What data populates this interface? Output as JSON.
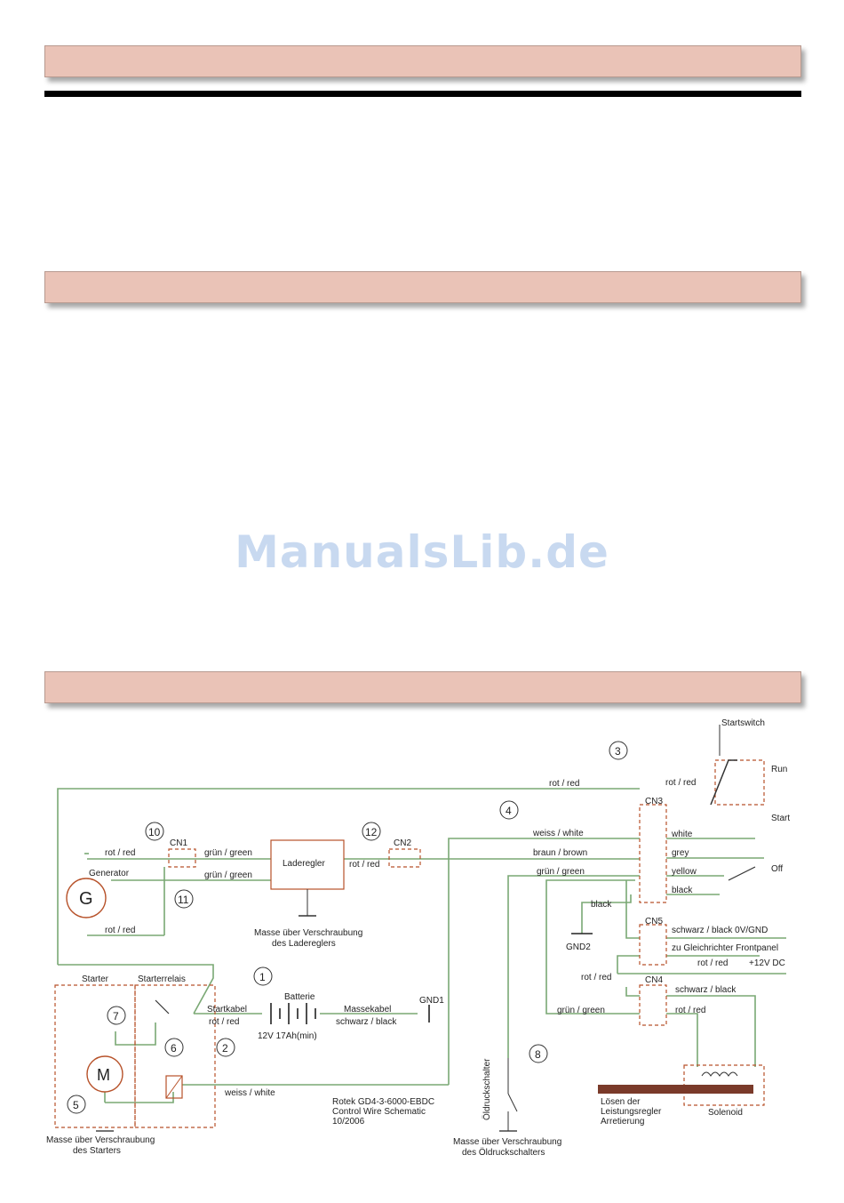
{
  "watermark": "ManualsLib.de",
  "diagram": {
    "callouts": [
      "1",
      "2",
      "3",
      "4",
      "5",
      "6",
      "7",
      "8",
      "10",
      "11",
      "12"
    ],
    "connectors": {
      "cn1": "CN1",
      "cn2": "CN2",
      "cn3": "CN3",
      "cn4": "CN4",
      "cn5": "CN5"
    },
    "components": {
      "generator_symbol": "G",
      "generator_label": "Generator",
      "laderegler": "Laderegler",
      "laderegler_ground": [
        "Masse über Verschraubung",
        "des Ladereglers"
      ],
      "starter": "Starter",
      "starterrelais": "Starterrelais",
      "motor_symbol": "M",
      "starter_ground": [
        "Masse über Verschraubung",
        "des Starters"
      ],
      "batterie": "Batterie",
      "battery_spec": "12V 17Ah(min)",
      "startkabel": "Startkabel",
      "massekabel": "Massekabel",
      "gnd1": "GND1",
      "gnd2": "GND2",
      "oeldruckschalter": "Öldruckschalter",
      "oel_ground": [
        "Masse über Verschraubung",
        "des Öldruckschalters"
      ],
      "startswitch": "Startswitch",
      "run": "Run",
      "start": "Start",
      "off": "Off",
      "solenoid": "Solenoid",
      "loesen": [
        "Lösen der",
        "Leistungsregler",
        "Arretierung"
      ],
      "model_note": [
        "Rotek GD4-3-6000-EBDC",
        "Control Wire Schematic",
        "10/2006"
      ]
    },
    "wires": {
      "rot_red": "rot / red",
      "gruen_green": "grün / green",
      "weiss_white": "weiss / white",
      "braun_brown": "braun / brown",
      "schwarz_black": "schwarz / black",
      "white": "white",
      "grey": "grey",
      "yellow": "yellow",
      "black": "black",
      "schwarz_black_0v": "schwarz / black  0V/GND",
      "zu_gleichrichter": "zu Gleichrichter Frontpanel",
      "plus12v": "+12V DC"
    }
  }
}
